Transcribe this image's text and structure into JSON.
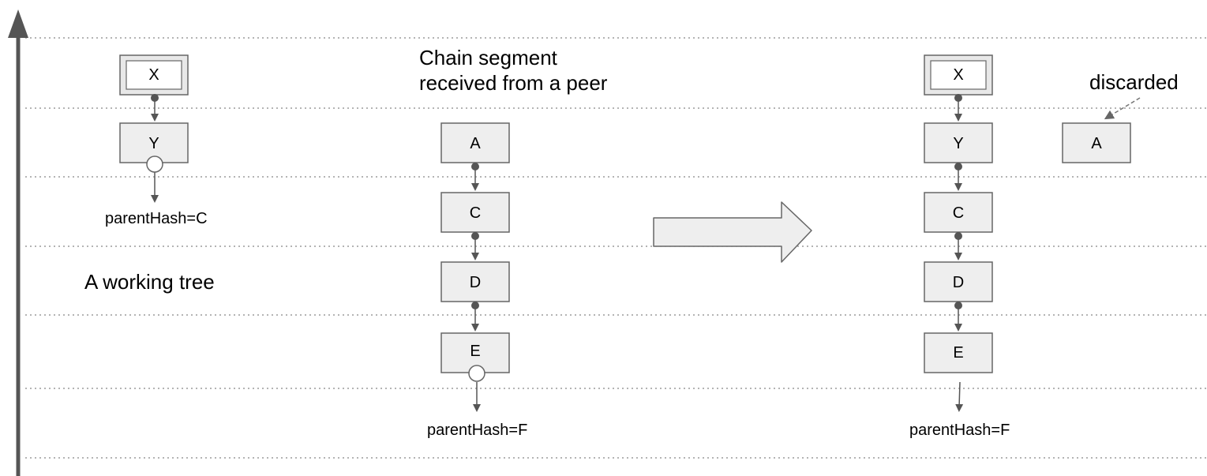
{
  "labels": {
    "segment_title_line1": "Chain segment",
    "segment_title_line2": "received from a peer",
    "working_tree": "A working tree",
    "discarded": "discarded"
  },
  "left_tree": {
    "root": "X",
    "child": "Y",
    "dangling_parent": "parentHash=C"
  },
  "segment": {
    "blocks": [
      "A",
      "C",
      "D",
      "E"
    ],
    "dangling_parent": "parentHash=F"
  },
  "result_tree": {
    "root": "X",
    "blocks": [
      "Y",
      "C",
      "D",
      "E"
    ],
    "discarded_block": "A",
    "dangling_parent": "parentHash=F"
  },
  "colors": {
    "box_fill": "#eeeeee",
    "box_stroke": "#666666",
    "line": "#555555",
    "grid": "#888888",
    "arrow_fill": "#eeeeee"
  }
}
